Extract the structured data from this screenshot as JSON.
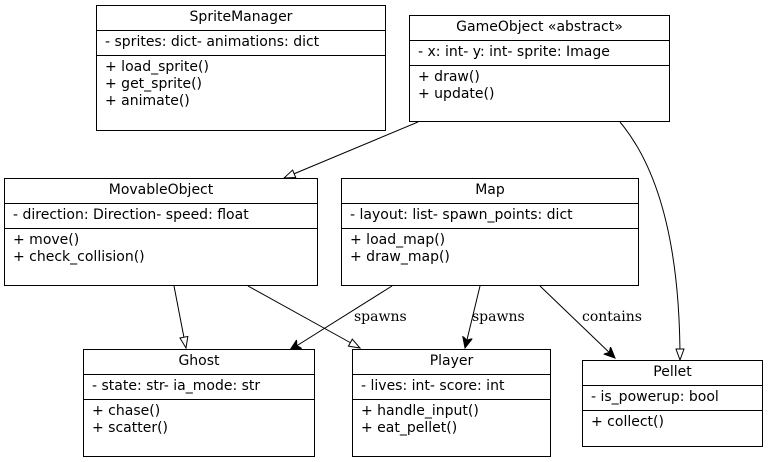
{
  "classes": {
    "sprite_manager": {
      "name": "SpriteManager",
      "attributes": "- sprites: dict- animations: dict",
      "methods": [
        "+ load_sprite()",
        "+ get_sprite()",
        "+ animate()"
      ]
    },
    "game_object": {
      "name": "GameObject «abstract»",
      "attributes": "- x: int- y: int- sprite: Image",
      "methods": [
        "+ draw()",
        "+ update()"
      ]
    },
    "movable_object": {
      "name": "MovableObject",
      "attributes": "- direction: Direction- speed: float",
      "methods": [
        "+ move()",
        "+ check_collision()"
      ]
    },
    "map": {
      "name": "Map",
      "attributes": "- layout: list- spawn_points: dict",
      "methods": [
        "+ load_map()",
        "+ draw_map()"
      ]
    },
    "ghost": {
      "name": "Ghost",
      "attributes": "- state: str- ia_mode: str",
      "methods": [
        "+ chase()",
        "+ scatter()"
      ]
    },
    "player": {
      "name": "Player",
      "attributes": "- lives: int- score: int",
      "methods": [
        "+ handle_input()",
        "+ eat_pellet()"
      ]
    },
    "pellet": {
      "name": "Pellet",
      "attributes": "- is_powerup: bool",
      "methods": [
        "+ collect()"
      ]
    }
  },
  "edge_labels": {
    "map_ghost": "spawns",
    "map_player": "spawns",
    "map_pellet": "contains"
  }
}
